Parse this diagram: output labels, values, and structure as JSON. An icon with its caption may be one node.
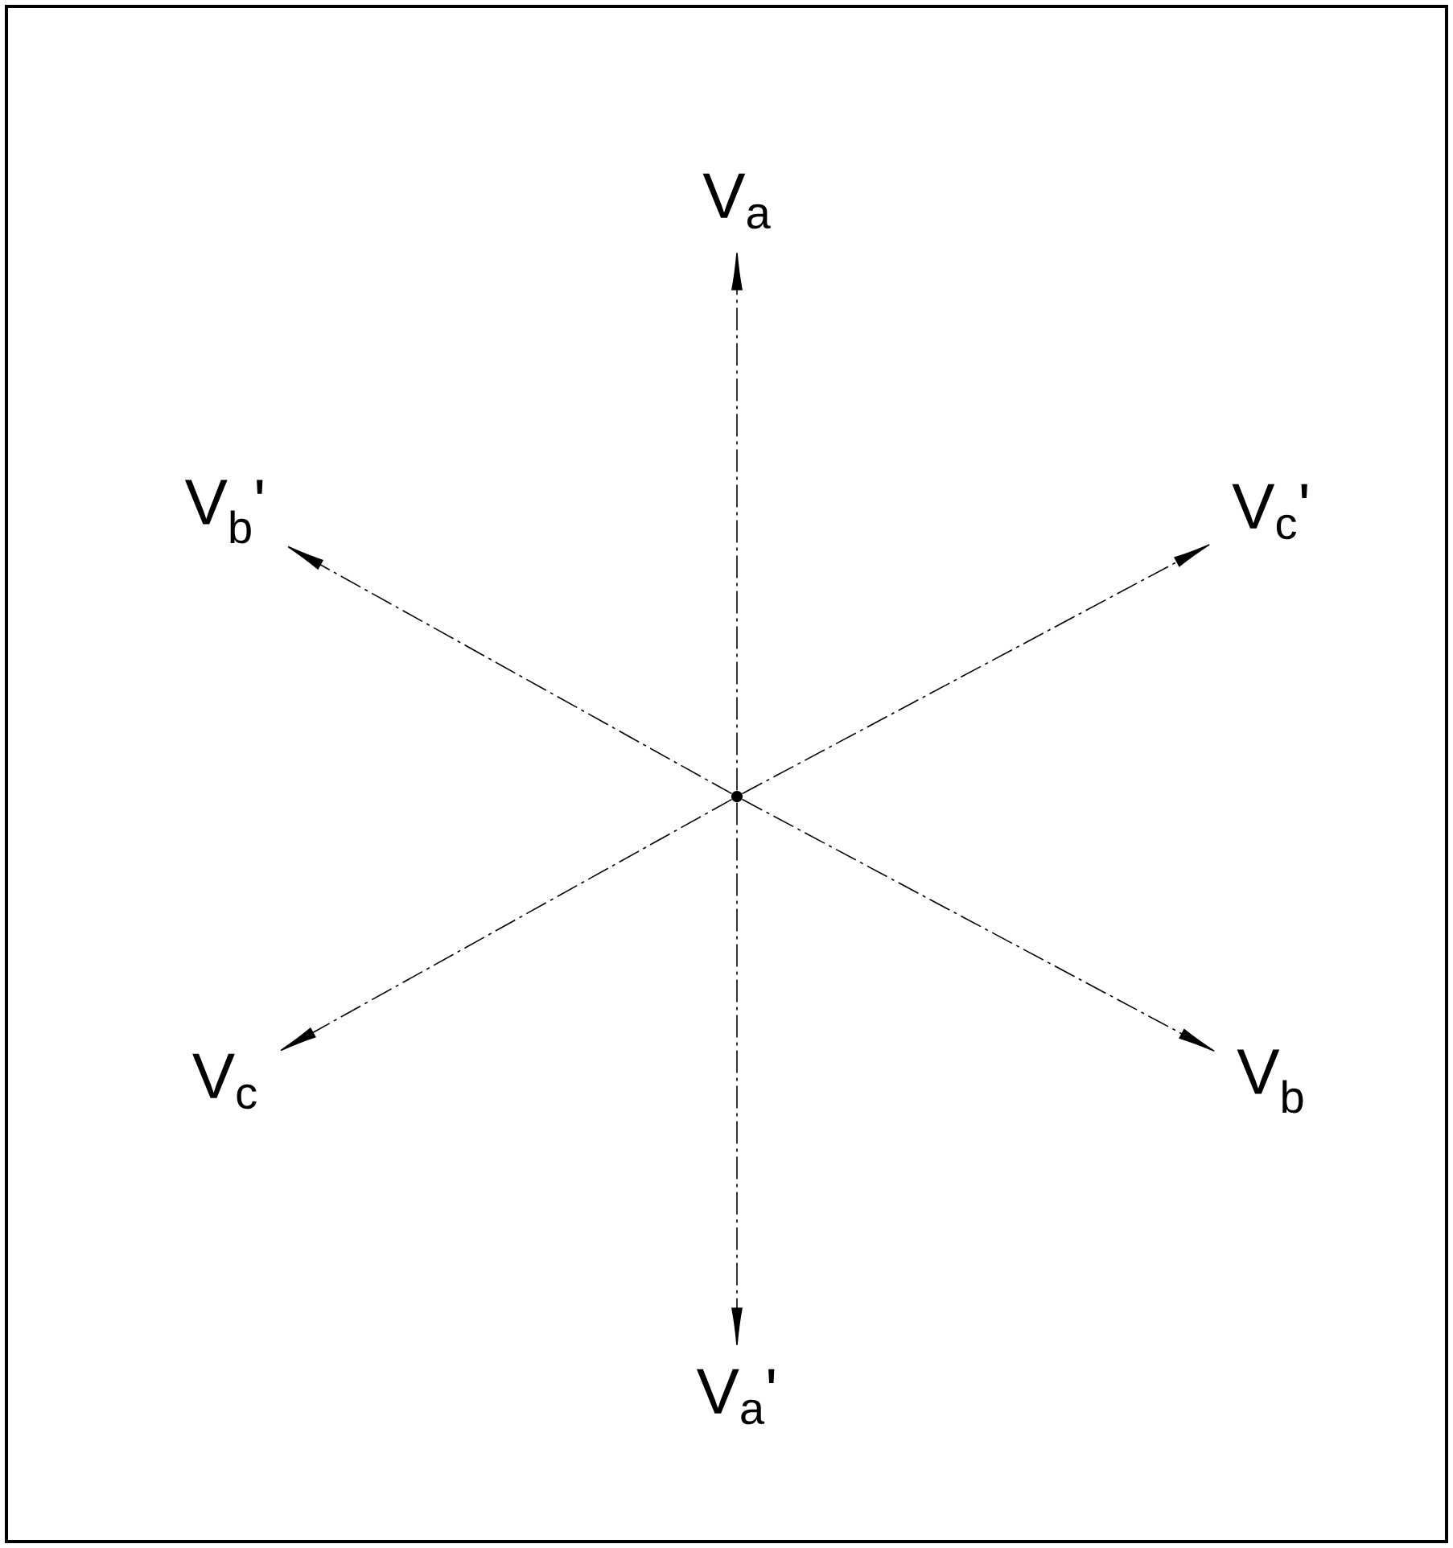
{
  "diagram": {
    "nodes": [
      {
        "text": [],
        "shape": "circle"
      },
      {
        "text": [
          "V$_{a}$"
        ]
      },
      {
        "text": [
          "V$_{b}$'"
        ]
      },
      {
        "text": [
          "V$_{c}$'"
        ]
      },
      {
        "text": [
          "V$_{c}$"
        ]
      },
      {
        "text": [
          "V$_{b}$"
        ]
      },
      {
        "text": [
          "V$_{a}$'"
        ]
      }
    ],
    "edges": [
      {
        "from": 0,
        "to": 1,
        "arrow": "to",
        "style": "dashed"
      },
      {
        "from": 0,
        "to": 2,
        "arrow": "to",
        "style": "dashed"
      },
      {
        "from": 0,
        "to": 3,
        "arrow": "to",
        "style": "dashed"
      },
      {
        "from": 0,
        "to": 4,
        "arrow": "to",
        "style": "dashed"
      },
      {
        "from": 0,
        "to": 5,
        "arrow": "to",
        "style": "dashed"
      },
      {
        "from": 0,
        "to": 6,
        "arrow": "to",
        "style": "dashed"
      }
    ]
  }
}
